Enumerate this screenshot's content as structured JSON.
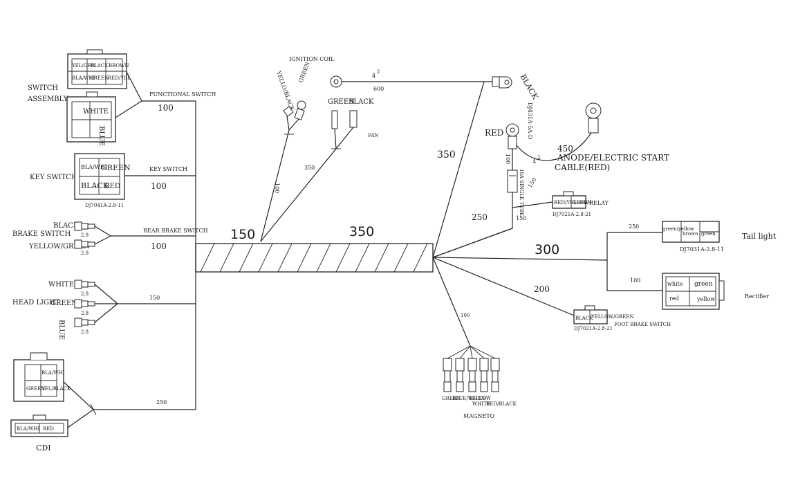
{
  "diagram": {
    "switch_assembly": {
      "label_line1": "SWITCH",
      "label_line2": "ASSEMBLY",
      "connector1_cells": [
        "YEL/GRN",
        "BLACK",
        "BROWN",
        "BLA/WHI",
        "GREEN",
        "RED/YEL"
      ],
      "connector2_cells": [
        "WHITE",
        "BLUE"
      ]
    },
    "functional_switch": {
      "label": "FUNCTIONAL SWITCH",
      "length": "100"
    },
    "key_switch": {
      "label": "KEY SWITCH",
      "wire_label": "KEY SWITCH",
      "length": "100",
      "cells": [
        "BLA/WHI",
        "GREEN",
        "BLACK",
        "RED"
      ],
      "part_no": "DJ7041A-2.8-11"
    },
    "brake_switch": {
      "label": "BRAKE SWITCH",
      "wire1": "BLACK",
      "wire2": "YELLOW/GREEN",
      "wire_label": "REAR BRAKE SWITCH",
      "length": "100",
      "terminal_size": "2.8"
    },
    "head_light": {
      "label": "HEAD LIGHT",
      "wire1": "WHITE",
      "wire2": "GREEN",
      "wire3": "BLUE",
      "length": "150",
      "terminal_size": "2.8"
    },
    "cdi": {
      "label": "CDI",
      "length": "250",
      "connector1_cells": [
        "BLA/WHI",
        "GREEN",
        "YEL/BLACK"
      ],
      "connector2_cells": [
        "BLA/WHI",
        "RED"
      ]
    },
    "ignition_coil": {
      "label": "IGNITION COIL",
      "wire1": "YELLO/BLACK",
      "wire2": "GREEN",
      "length": "100"
    },
    "fan": {
      "label": "FAN",
      "wire1": "GREEN",
      "wire2": "BLACK",
      "length": "350"
    },
    "ground": {
      "length": "600",
      "cross_section": "4",
      "superscript": "2",
      "color": "BLACK"
    },
    "main_harness": {
      "left_length": "150",
      "middle_length": "350",
      "branch_length": "350"
    },
    "starter_relay": {
      "wire_red": "RED",
      "part_no": "DJ431A-5A-D",
      "length_100": "100",
      "fuse": "10A SINGLE TUBE",
      "length_150a": "150",
      "length_150b": "150",
      "relay_label": "RELAY",
      "relay_cells": [
        "RED/YELLOW",
        "GREEN"
      ],
      "relay_part": "DJ7021A-2.8-21",
      "length_250": "250"
    },
    "anode_cable": {
      "length": "450",
      "cross_section": "4",
      "superscript": "2",
      "label_line1": "ANODE/ELECTRIC START",
      "label_line2": "CABLE(RED)"
    },
    "tail_light": {
      "label": "Tail light",
      "length": "250",
      "cells": [
        "green/yellow",
        "brown",
        "green"
      ],
      "part_no": "DJ7031A-2.8-11"
    },
    "rectifier": {
      "label": "Rectifier",
      "length": "100",
      "cells": [
        "white",
        "green",
        "red",
        "yellow"
      ]
    },
    "rear_trunk_length": "300",
    "foot_brake": {
      "label": "FOOT BRAKE SWITCH",
      "length": "200",
      "cells": [
        "BLACK",
        "YELLOW/GREEN"
      ],
      "part_no": "DJ7021A-2.8-21"
    },
    "magneto": {
      "label": "MAGNETO",
      "length": "100",
      "wires": [
        "GREEN",
        "BLUE/WHITE",
        "YELLOW",
        "WHITE",
        "RED/BLACK"
      ]
    }
  }
}
